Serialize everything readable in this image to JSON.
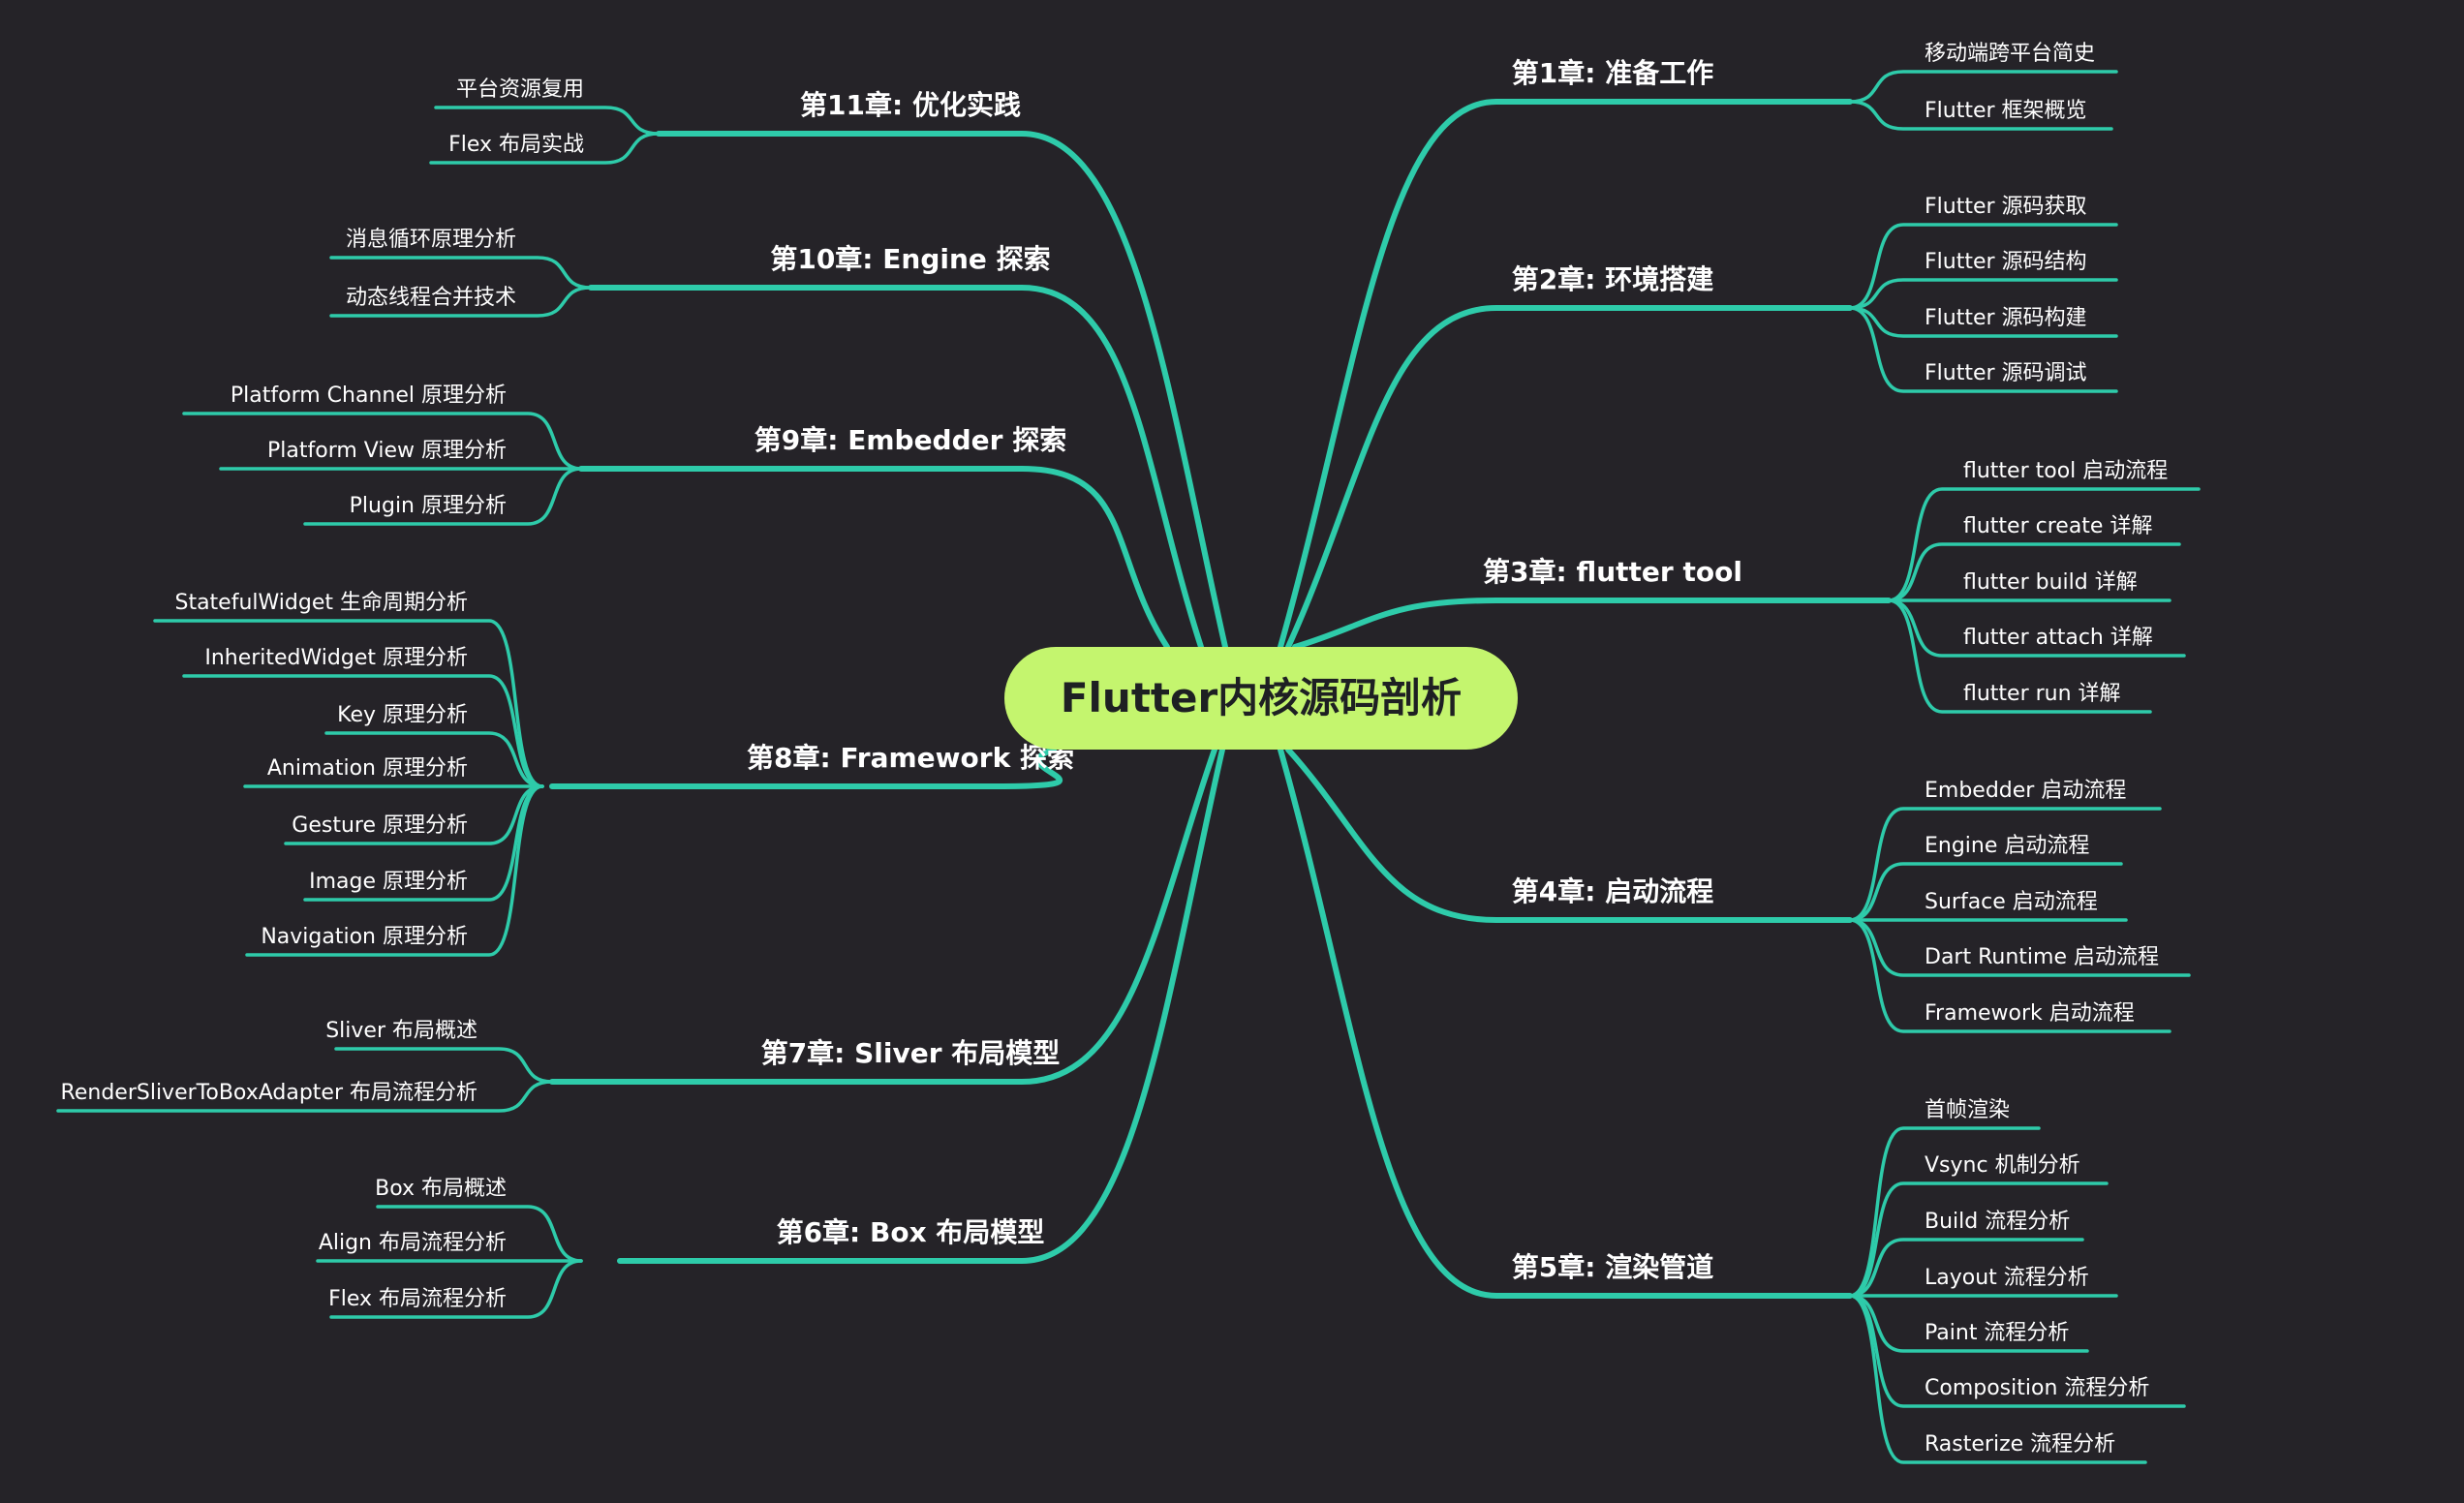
{
  "root": "Flutter内核源码剖析",
  "colors": {
    "background": "#252328",
    "branch": "#2ecbaa",
    "root_fill": "#c4f56e",
    "text": "#ffffff"
  },
  "chapters": [
    {
      "label": "第1章: 准备工作",
      "side": "right",
      "items": [
        "移动端跨平台简史",
        "Flutter 框架概览"
      ]
    },
    {
      "label": "第2章: 环境搭建",
      "side": "right",
      "items": [
        "Flutter 源码获取",
        "Flutter 源码结构",
        "Flutter 源码构建",
        "Flutter 源码调试"
      ]
    },
    {
      "label": "第3章: flutter tool",
      "side": "right",
      "items": [
        "flutter tool 启动流程",
        "flutter create 详解",
        "flutter build 详解",
        "flutter attach 详解",
        "flutter run 详解"
      ]
    },
    {
      "label": "第4章: 启动流程",
      "side": "right",
      "items": [
        "Embedder 启动流程",
        "Engine 启动流程",
        "Surface 启动流程",
        "Dart Runtime 启动流程",
        "Framework 启动流程"
      ]
    },
    {
      "label": "第5章: 渲染管道",
      "side": "right",
      "items": [
        "首帧渲染",
        "Vsync 机制分析",
        "Build 流程分析",
        "Layout 流程分析",
        "Paint 流程分析",
        "Composition 流程分析",
        "Rasterize 流程分析"
      ]
    },
    {
      "label": "第6章: Box 布局模型",
      "side": "left",
      "items": [
        "Box 布局概述",
        "Align 布局流程分析",
        "Flex 布局流程分析"
      ]
    },
    {
      "label": "第7章: Sliver 布局模型",
      "side": "left",
      "items": [
        "Sliver 布局概述",
        "RenderSliverToBoxAdapter 布局流程分析"
      ]
    },
    {
      "label": "第8章: Framework 探索",
      "side": "left",
      "items": [
        "StatefulWidget 生命周期分析",
        "InheritedWidget 原理分析",
        "Key 原理分析",
        "Animation 原理分析",
        "Gesture 原理分析",
        "Image 原理分析",
        "Navigation 原理分析"
      ]
    },
    {
      "label": "第9章: Embedder 探索",
      "side": "left",
      "items": [
        "Platform Channel 原理分析",
        "Platform View 原理分析",
        "Plugin 原理分析"
      ]
    },
    {
      "label": "第10章: Engine 探索",
      "side": "left",
      "items": [
        "消息循环原理分析",
        "动态线程合并技术"
      ]
    },
    {
      "label": "第11章: 优化实践",
      "side": "left",
      "items": [
        "平台资源复用",
        "Flex 布局实战"
      ]
    }
  ]
}
